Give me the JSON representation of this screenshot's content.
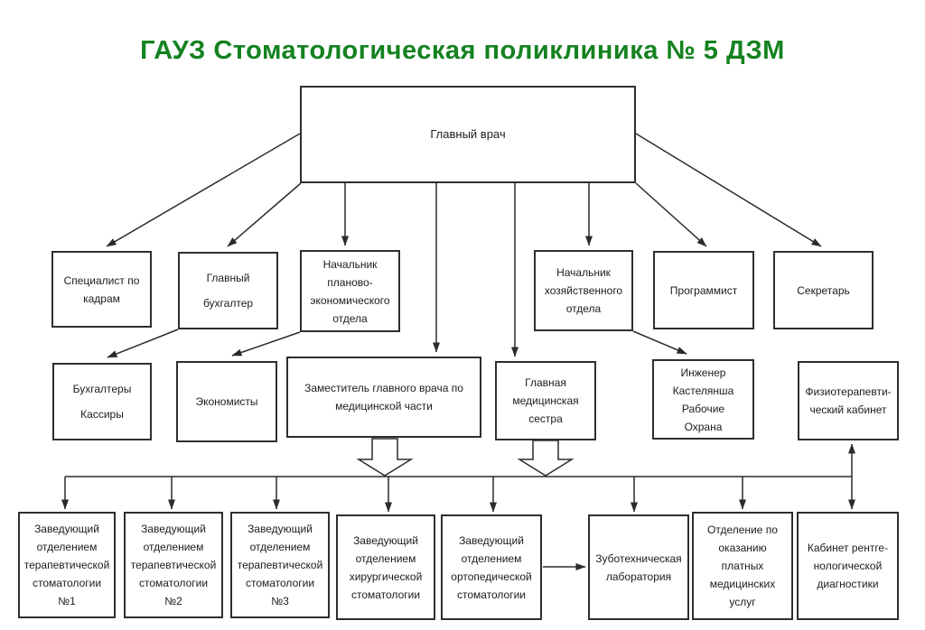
{
  "title": "ГАУЗ Стоматологическая поликлиника № 5 ДЗМ",
  "colors": {
    "title": "#148220",
    "line": "#2b2b2b",
    "box_border": "#2e2e2e",
    "background": "#ffffff"
  },
  "nodes": {
    "chief": {
      "label": "Главный врач"
    },
    "hr_specialist": {
      "label": "Специалист по\nкадрам"
    },
    "chief_accountant": {
      "label": "Главный\nбухгалтер"
    },
    "planning_dept_head": {
      "label": "Начальник\nпланово-\nэкономического\nотдела"
    },
    "facilities_dept_head": {
      "label": "Начальник\nхозяйственного\nотдела"
    },
    "programmer": {
      "label": "Программист"
    },
    "secretary": {
      "label": "Секретарь"
    },
    "accountants_cashiers": {
      "label": "Бухгалтеры\nКассиры"
    },
    "economists": {
      "label": "Экономисты"
    },
    "deputy_chief_medical": {
      "label": "Заместитель главного врача по\nмедицинской части"
    },
    "head_nurse": {
      "label": "Главная\nмедицинская\nсестра"
    },
    "engineer_group": {
      "label": "Инженер\nКастелянша\nРабочие\nОхрана"
    },
    "physiotherapy_room": {
      "label": "Физиотерапевти-\nческий кабинет"
    },
    "therapeutic_dept_1": {
      "label": "Заведующий\nотделением\nтерапевтической\nстоматологии\n№1"
    },
    "therapeutic_dept_2": {
      "label": "Заведующий\nотделением\nтерапевтической\nстоматологии\n№2"
    },
    "therapeutic_dept_3": {
      "label": "Заведующий\nотделением\nтерапевтической\nстоматологии\n№3"
    },
    "surgical_dept": {
      "label": "Заведующий\nотделением\nхирургической\nстоматологии"
    },
    "orthopedic_dept": {
      "label": "Заведующий\nотделением\nортопедической\nстоматологии"
    },
    "dental_lab": {
      "label": "Зуботехническая\nлаборатория"
    },
    "paid_services_dept": {
      "label": "Отделение по\nоказанию\nплатных\nмедицинских\nуслуг"
    },
    "xray_room": {
      "label": "Кабинет рентге-\nнологической\nдиагностики"
    }
  },
  "edges": [
    {
      "from": "chief",
      "to": "hr_specialist"
    },
    {
      "from": "chief",
      "to": "chief_accountant"
    },
    {
      "from": "chief",
      "to": "planning_dept_head"
    },
    {
      "from": "chief",
      "to": "deputy_chief_medical"
    },
    {
      "from": "chief",
      "to": "head_nurse"
    },
    {
      "from": "chief",
      "to": "facilities_dept_head"
    },
    {
      "from": "chief",
      "to": "programmer"
    },
    {
      "from": "chief",
      "to": "secretary"
    },
    {
      "from": "chief_accountant",
      "to": "accountants_cashiers"
    },
    {
      "from": "planning_dept_head",
      "to": "economists"
    },
    {
      "from": "facilities_dept_head",
      "to": "engineer_group"
    },
    {
      "from": "deputy_chief_medical",
      "to": "departments_line"
    },
    {
      "from": "head_nurse",
      "to": "departments_line"
    },
    {
      "from": "departments_line",
      "to": "therapeutic_dept_1"
    },
    {
      "from": "departments_line",
      "to": "therapeutic_dept_2"
    },
    {
      "from": "departments_line",
      "to": "therapeutic_dept_3"
    },
    {
      "from": "departments_line",
      "to": "surgical_dept"
    },
    {
      "from": "departments_line",
      "to": "orthopedic_dept"
    },
    {
      "from": "departments_line",
      "to": "dental_lab"
    },
    {
      "from": "departments_line",
      "to": "paid_services_dept"
    },
    {
      "from": "departments_line",
      "to": "xray_room"
    },
    {
      "from": "departments_line",
      "to": "physiotherapy_room"
    },
    {
      "from": "orthopedic_dept",
      "to": "dental_lab"
    }
  ]
}
